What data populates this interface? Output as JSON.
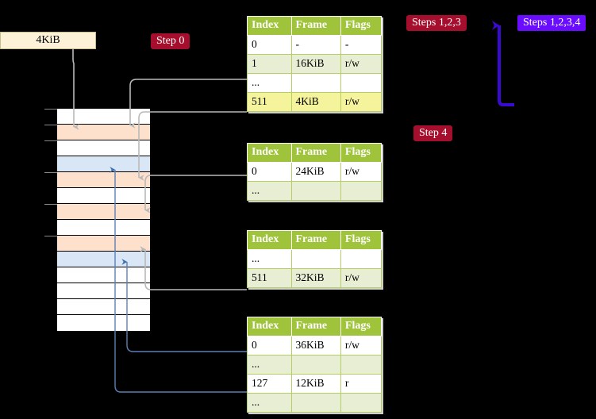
{
  "diagram": {
    "title_4kib": "4KiB",
    "badges": [
      {
        "id": "step0",
        "label": "Step 0",
        "color": "#a50f2d"
      },
      {
        "id": "step123",
        "label": "Steps 1,2,3",
        "color": "#a50f2d"
      },
      {
        "id": "step1234",
        "label": "Steps 1,2,3,4",
        "color": "#6a0dff"
      },
      {
        "id": "step4",
        "label": "Step 4",
        "color": "#a50f2d"
      }
    ],
    "colors": {
      "table_header": "#a0c33c",
      "table_alt_row": "#e7eed3",
      "highlight_row": "#f5f39b",
      "memory_peach": "#fde1cc",
      "memory_blue": "#d8e6f6",
      "box_4kib": "#fdf2d7",
      "arrow_gray": "#b9b9b9",
      "arrow_blue": "#5b7fb5",
      "bracket_blue": "#3b0ad0"
    },
    "memory_column": {
      "rows": [
        {
          "fill": "white",
          "tick": true
        },
        {
          "fill": "peach",
          "tick": true
        },
        {
          "fill": "white",
          "tick": true
        },
        {
          "fill": "bluecell",
          "tick": false
        },
        {
          "fill": "peach",
          "tick": true
        },
        {
          "fill": "white",
          "tick": false
        },
        {
          "fill": "peach",
          "tick": true
        },
        {
          "fill": "white",
          "tick": false
        },
        {
          "fill": "peach",
          "tick": true
        },
        {
          "fill": "bluecell",
          "tick": false
        },
        {
          "fill": "white",
          "tick": false
        },
        {
          "fill": "white",
          "tick": false
        },
        {
          "fill": "white",
          "tick": false
        },
        {
          "fill": "white",
          "tick": false
        }
      ]
    },
    "tables": [
      {
        "id": "table-0",
        "headers": [
          "Index",
          "Frame",
          "Flags"
        ],
        "rows": [
          {
            "style": "plain",
            "cells": [
              "0",
              "-",
              "-"
            ]
          },
          {
            "style": "alt",
            "cells": [
              "1",
              "16KiB",
              "r/w"
            ]
          },
          {
            "style": "plain",
            "cells": [
              "...",
              "",
              ""
            ]
          },
          {
            "style": "hl",
            "cells": [
              "511",
              "4KiB",
              "r/w"
            ]
          }
        ]
      },
      {
        "id": "table-1",
        "headers": [
          "Index",
          "Frame",
          "Flags"
        ],
        "rows": [
          {
            "style": "plain",
            "cells": [
              "0",
              "24KiB",
              "r/w"
            ]
          },
          {
            "style": "alt",
            "cells": [
              "...",
              "",
              ""
            ]
          }
        ]
      },
      {
        "id": "table-2",
        "headers": [
          "Index",
          "Frame",
          "Flags"
        ],
        "rows": [
          {
            "style": "plain",
            "cells": [
              "...",
              "",
              ""
            ]
          },
          {
            "style": "alt",
            "cells": [
              "511",
              "32KiB",
              "r/w"
            ]
          }
        ]
      },
      {
        "id": "table-3",
        "headers": [
          "Index",
          "Frame",
          "Flags"
        ],
        "rows": [
          {
            "style": "plain",
            "cells": [
              "0",
              "36KiB",
              "r/w"
            ]
          },
          {
            "style": "alt",
            "cells": [
              "...",
              "",
              ""
            ]
          },
          {
            "style": "plain",
            "cells": [
              "127",
              "12KiB",
              "r"
            ]
          },
          {
            "style": "alt",
            "cells": [
              "...",
              "",
              ""
            ]
          }
        ]
      }
    ]
  }
}
